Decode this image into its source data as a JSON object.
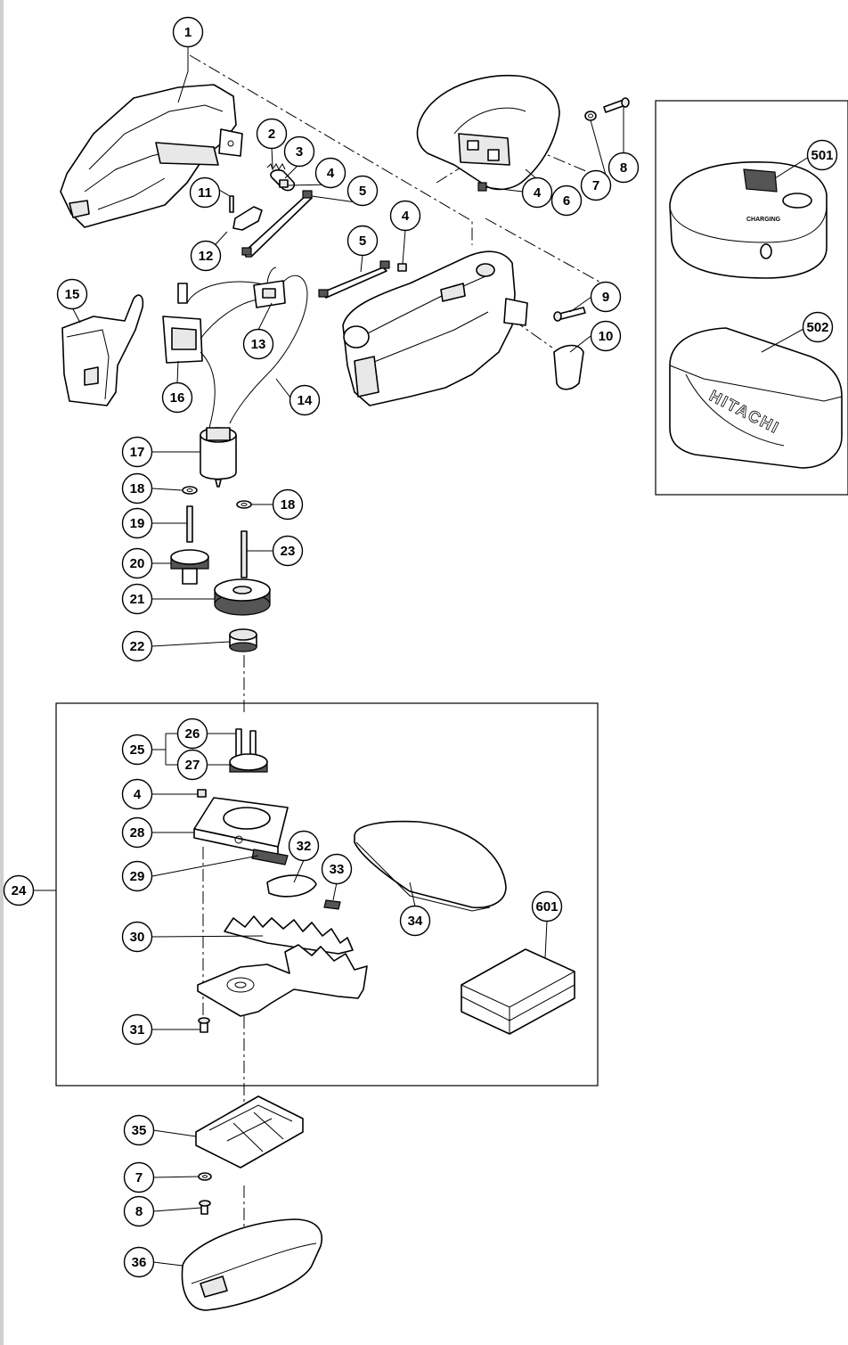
{
  "callouts": [
    "1",
    "2",
    "3",
    "4",
    "5",
    "6",
    "7",
    "8",
    "9",
    "10",
    "11",
    "12",
    "13",
    "14",
    "15",
    "16",
    "17",
    "18",
    "19",
    "20",
    "21",
    "22",
    "23",
    "24",
    "25",
    "26",
    "27",
    "28",
    "29",
    "30",
    "31",
    "32",
    "33",
    "34",
    "35",
    "36",
    "501",
    "502",
    "601"
  ],
  "labels": {
    "brand": "HITACHI",
    "charging": "CHARGING"
  }
}
